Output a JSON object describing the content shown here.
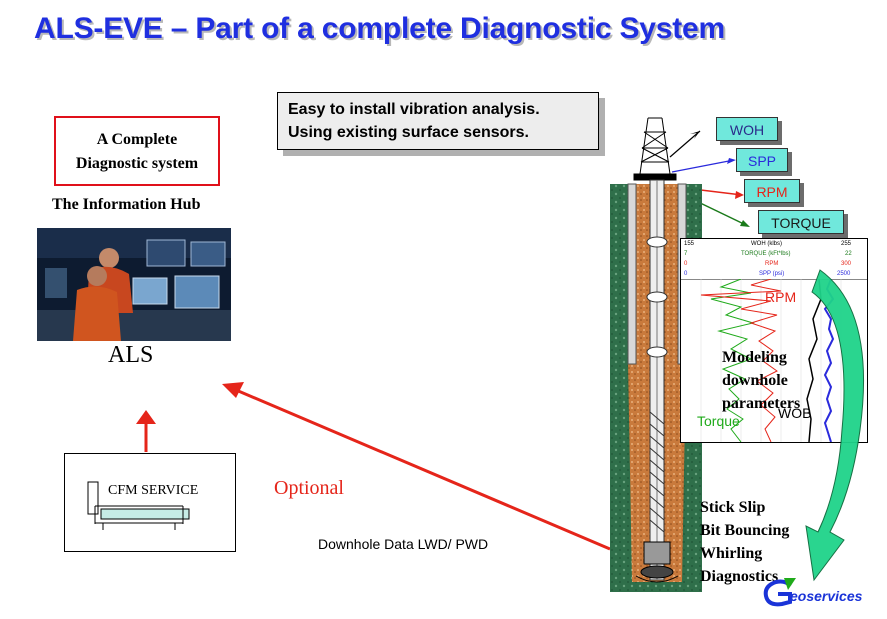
{
  "title": "ALS-EVE – Part of a complete Diagnostic System",
  "left": {
    "diag_box_line1": "A Complete",
    "diag_box_line2": "Diagnostic system",
    "hub_label": "The Information Hub",
    "als_label": "ALS",
    "cfm_label": "CFM SERVICE"
  },
  "optional_label": "Optional",
  "downhole_label": "Downhole Data  LWD/ PWD",
  "callout": {
    "line1": "Easy to install vibration analysis.",
    "line2": "Using existing surface sensors."
  },
  "sensors": [
    "WOH",
    "SPP",
    "RPM",
    "TORQUE"
  ],
  "sensor_colors": [
    "#2a2a8a",
    "#2a2adc",
    "#e5251a",
    "#1a1a1a"
  ],
  "log_header": {
    "row1_left": "155",
    "row1_mid": "WOH (klbs)",
    "row1_right": "255",
    "row2_left": "7",
    "row2_mid": "TORQUE (kFt*lbs)",
    "row2_right": "22",
    "row3_left": "0",
    "row3_mid": "RPM",
    "row3_right": "300",
    "row4_left": "0",
    "row4_mid": "SPP (psi)",
    "row4_right": "2500"
  },
  "chart_labels": {
    "rpm": "RPM",
    "wob": "WOB",
    "torque": "Torque"
  },
  "modeling": [
    "Modeling",
    "downhole",
    "parameters"
  ],
  "diagnostics": [
    "Stick Slip",
    "Bit Bouncing",
    "Whirling",
    "Diagnostics"
  ],
  "logo_text": "eoservices"
}
